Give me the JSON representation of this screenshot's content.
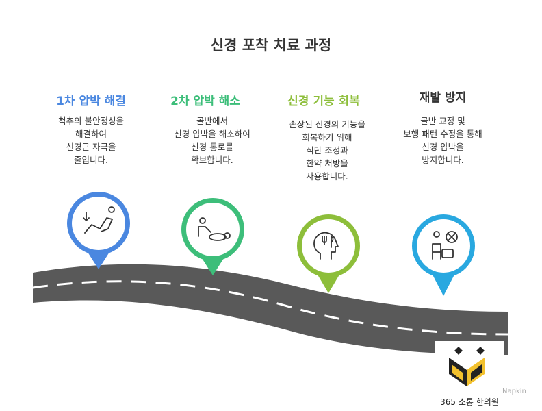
{
  "title": "신경 포착 치료 과정",
  "steps": [
    {
      "heading": "1차 압박 해결",
      "color": "#4A87E0",
      "description": "척추의 불안정성을\n해결하여\n신경근 자극을\n줄입니다.",
      "icon": "person-reclining-arrow-icon"
    },
    {
      "heading": "2차 압박 해소",
      "color": "#3DBE7A",
      "description": "골반에서\n신경 압박을 해소하여\n신경 통로를\n확보합니다.",
      "icon": "massage-therapy-icon"
    },
    {
      "heading": "신경 기능 회복",
      "color": "#8DBE3A",
      "description": "손상된 신경의 기능을\n회복하기 위해\n식단 조정과\n한약 처방을\n사용합니다.",
      "icon": "head-fork-knife-icon"
    },
    {
      "heading": "재발 방지",
      "color": "#333333",
      "description": "골반 교정 및\n보행 패턴 수정을 통해\n신경 압박을\n방지합니다.",
      "icon": "person-no-lifting-icon"
    }
  ],
  "pin_colors": [
    "#4A87E0",
    "#3DBE7A",
    "#8DBE3A",
    "#29A8E0"
  ],
  "road_color": "#595959",
  "logo": {
    "text": "365 소통 한의원",
    "accent": "#F2C12E"
  },
  "watermark": "Napkin"
}
